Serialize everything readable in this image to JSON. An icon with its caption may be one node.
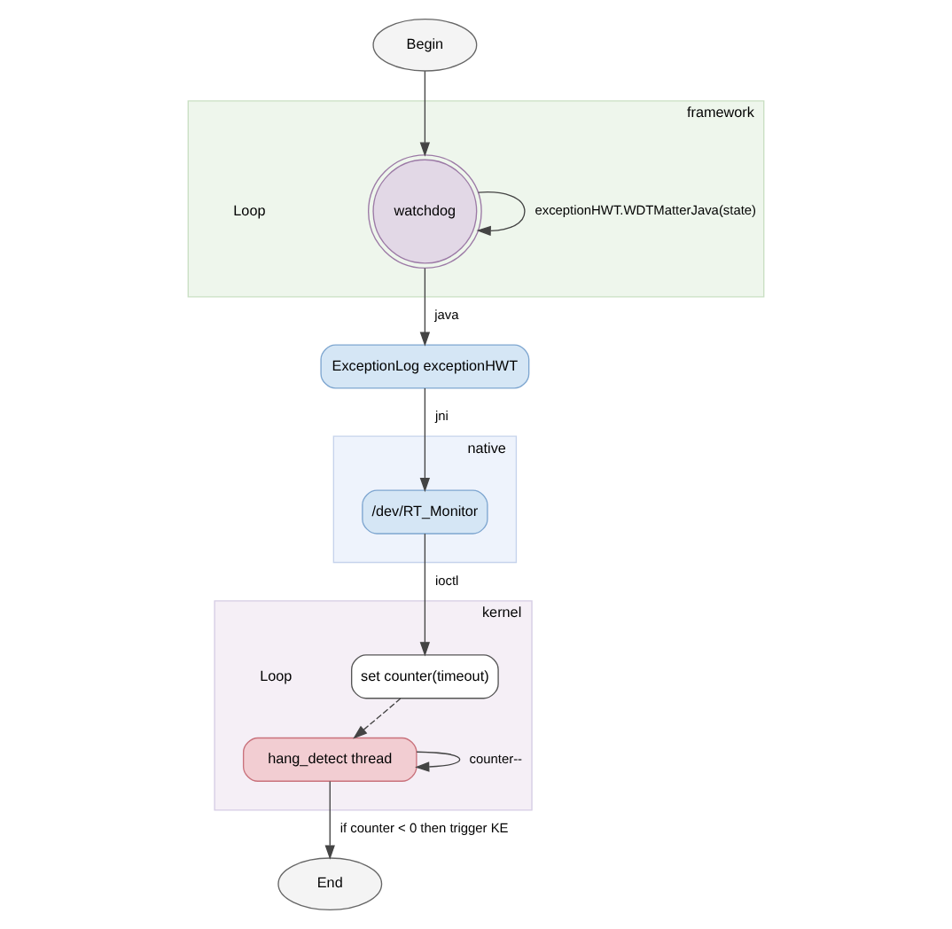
{
  "diagram": {
    "nodes": [
      {
        "text": [
          "framework"
        ]
      },
      {
        "text": [
          "native"
        ]
      },
      {
        "text": [
          "kernel"
        ]
      },
      {
        "text": [
          "Begin"
        ]
      },
      {
        "text": [
          "watchdog"
        ],
        "in": 0
      },
      {
        "text": [
          "ExceptionLog exceptionHWT"
        ]
      },
      {
        "text": [
          "/dev/RT_Monitor"
        ],
        "in": 1
      },
      {
        "text": [
          "set counter(timeout)"
        ],
        "in": 2
      },
      {
        "text": [
          "hang_detect thread"
        ],
        "in": 2
      },
      {
        "text": [
          "End"
        ]
      }
    ],
    "edges": [
      {
        "from": 3,
        "to": 4,
        "arrow": "to"
      },
      {
        "from": 4,
        "to": 4,
        "arrow": "to",
        "label": "exceptionHWT.WDTMatterJava(state)"
      },
      {
        "from": 4,
        "to": 5,
        "arrow": "to",
        "label": "java"
      },
      {
        "from": 5,
        "to": 6,
        "arrow": "to",
        "label": "jni"
      },
      {
        "from": 6,
        "to": 7,
        "arrow": "to",
        "label": "ioctl"
      },
      {
        "from": 7,
        "to": 8,
        "arrow": "to",
        "style": "dashed"
      },
      {
        "from": 8,
        "to": 8,
        "arrow": "to",
        "label": "counter--"
      },
      {
        "from": 8,
        "to": 9,
        "arrow": "to",
        "label": "if counter < 0 then trigger KE"
      }
    ],
    "labels": [
      "Loop",
      "Loop"
    ]
  }
}
